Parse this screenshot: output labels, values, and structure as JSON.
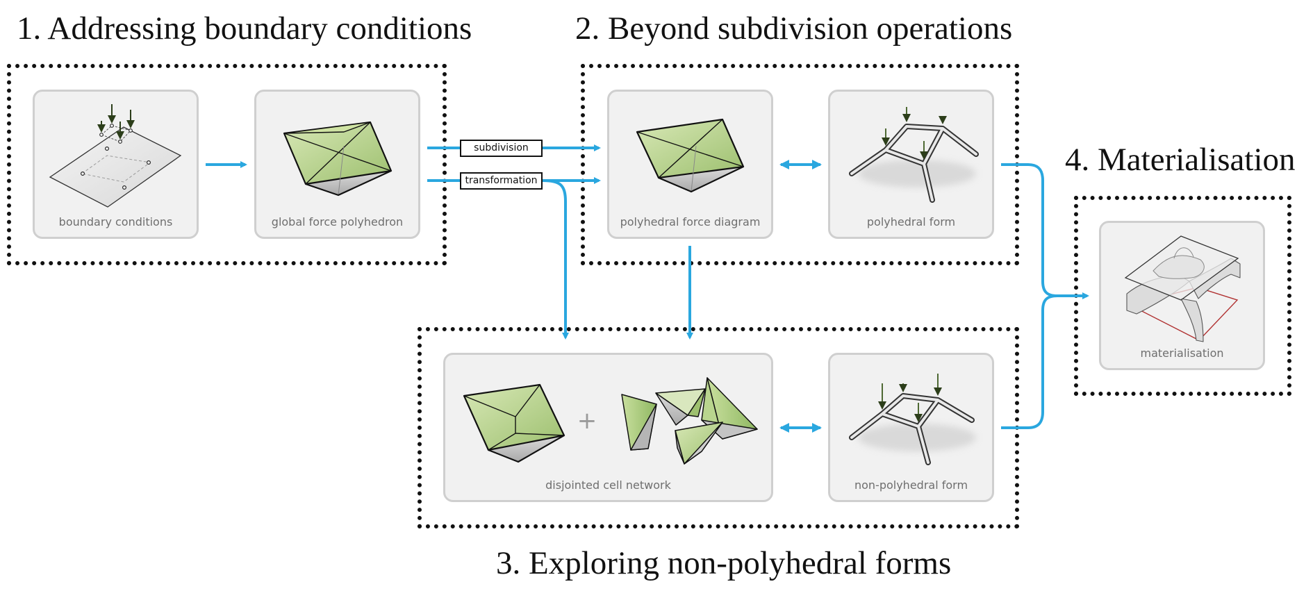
{
  "sections": {
    "s1": "1. Addressing boundary conditions",
    "s2": "2. Beyond subdivision operations",
    "s3": "3. Exploring non-polyhedral forms",
    "s4": "4. Materialisation"
  },
  "panels": {
    "boundary_conditions": "boundary conditions",
    "global_force_polyhedron": "global force polyhedron",
    "polyhedral_force_diagram": "polyhedral force diagram",
    "polyhedral_form": "polyhedral form",
    "disjointed_cell_network": "disjointed cell network",
    "non_polyhedral_form": "non-polyhedral form",
    "materialisation": "materialisation"
  },
  "operations": {
    "subdivision": "subdivision",
    "transformation": "transformation"
  },
  "plus_sign": "+",
  "colors": {
    "arrow": "#2aa7df",
    "frame": "#111111",
    "panel_bg": "#f1f1f1",
    "panel_border": "#cfcfcf",
    "polyhedron_green": "#b9d58e",
    "polyhedron_grey": "#bdbdbd",
    "load_arrow": "#3d5a1e",
    "support_line": "#b03030"
  }
}
